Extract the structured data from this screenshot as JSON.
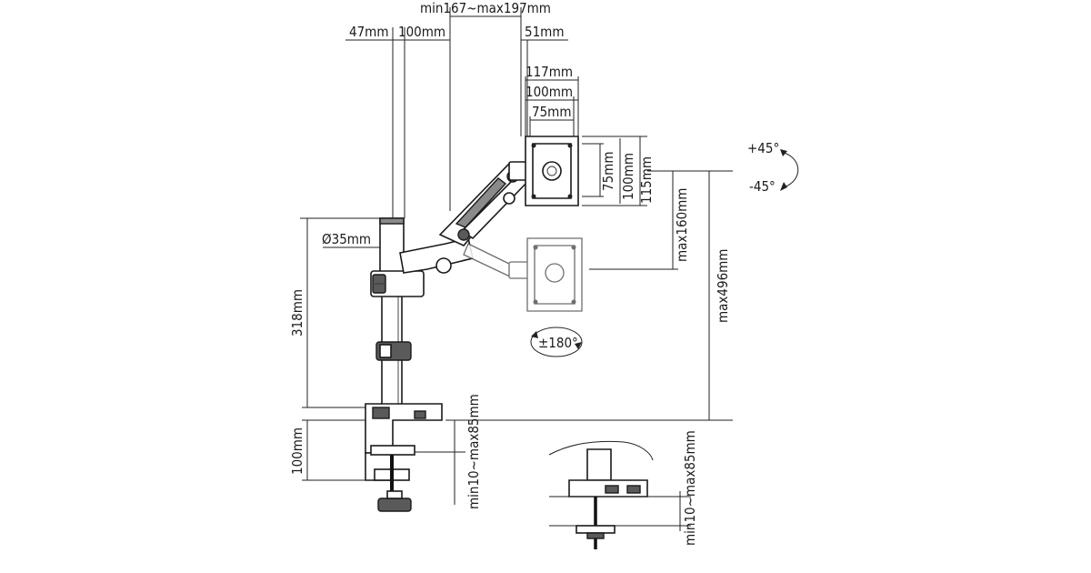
{
  "dimensions": {
    "reach_range": "min167~max197mm",
    "pole_offset": "47mm",
    "arm_offset": "100mm",
    "bracket_depth": "51mm",
    "vesa_outer": "117mm",
    "vesa_100": "100mm",
    "vesa_75": "75mm",
    "vesa_v75": "75mm",
    "vesa_v100": "100mm",
    "vesa_v115": "115mm",
    "pole_diameter": "Ø35mm",
    "pole_height": "318mm",
    "max_lift": "max160mm",
    "max_height": "max496mm",
    "clamp_height": "100mm",
    "clamp_range": "min10~max85mm",
    "grommet_range": "min10~max85mm"
  },
  "rotations": {
    "tilt_up": "+45°",
    "tilt_down": "-45°",
    "rotate": "±180°"
  }
}
